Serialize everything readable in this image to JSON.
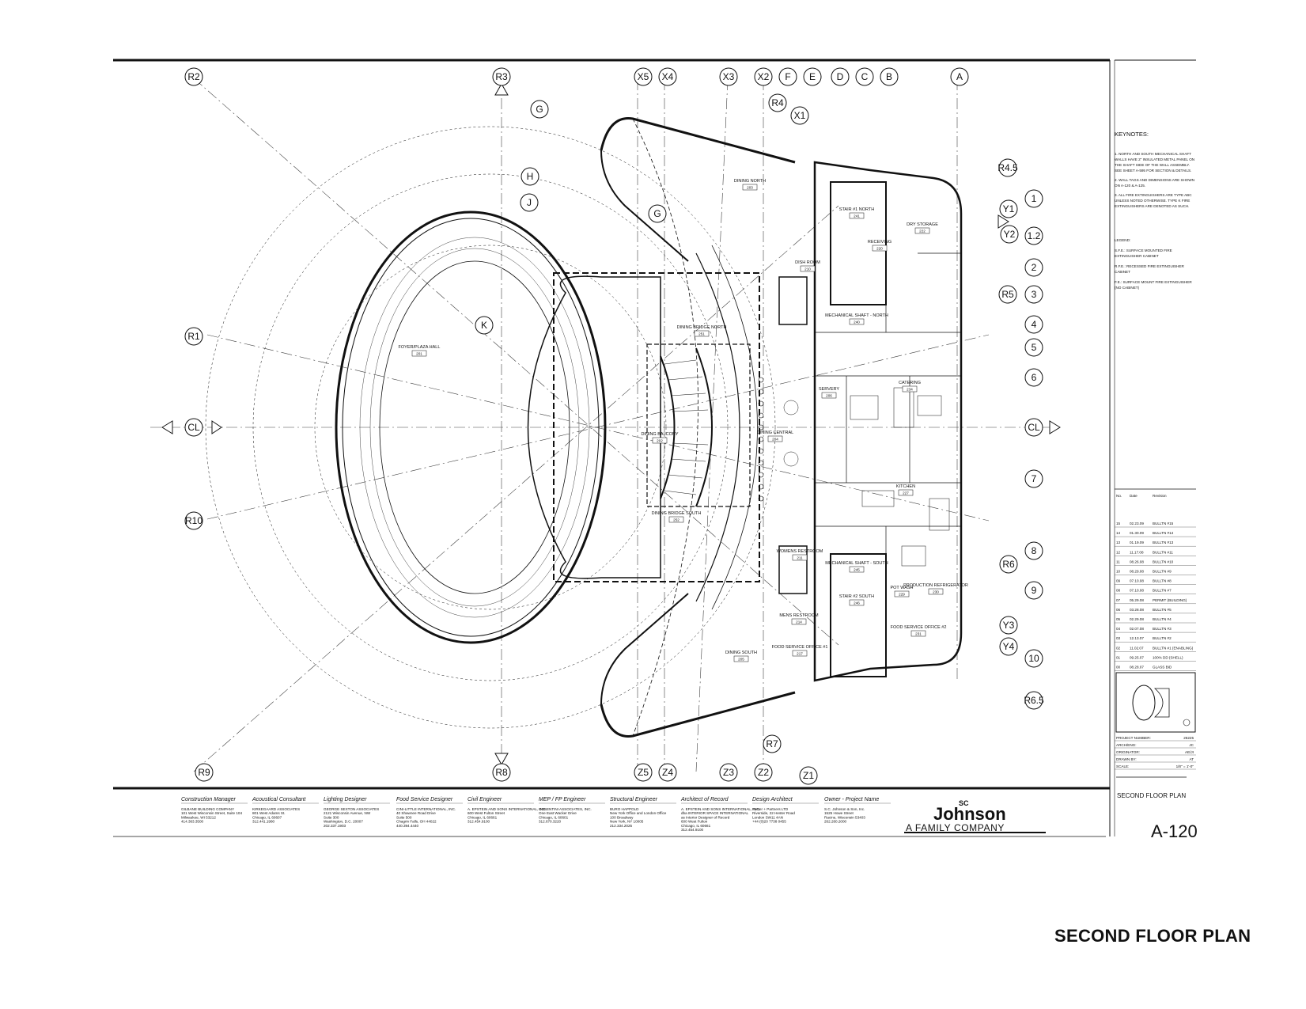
{
  "grid_top": [
    "R2",
    "R3",
    "X5",
    "X4",
    "X3",
    "X2",
    "F",
    "E",
    "D",
    "C",
    "B",
    "A"
  ],
  "grid_bottom": [
    "R9",
    "R8",
    "Z5",
    "Z4",
    "Z3",
    "Z2",
    "Z1",
    "R7"
  ],
  "grid_left": [
    "R1",
    "CL",
    "R10"
  ],
  "grid_right": [
    "1",
    "1.2",
    "2",
    "3",
    "4",
    "5",
    "6",
    "CL",
    "7",
    "8",
    "9",
    "10"
  ],
  "grid_misc": [
    "R4",
    "X1",
    "G",
    "H",
    "J",
    "G",
    "K",
    "R4.5",
    "Y1",
    "Y2",
    "R5",
    "R6",
    "Y3",
    "Y4",
    "R6.5"
  ],
  "rooms": [
    {
      "label": "FOYER/PLAZA HALL",
      "num": "201"
    },
    {
      "label": "DINING BRIDGE NORTH",
      "num": "251"
    },
    {
      "label": "DINING BALCONY",
      "num": "202"
    },
    {
      "label": "DINING BRIDGE SOUTH",
      "num": "252"
    },
    {
      "label": "DINING NORTH",
      "num": "203"
    },
    {
      "label": "DINING CENTRAL",
      "num": "204"
    },
    {
      "label": "DINING SOUTH",
      "num": "205"
    },
    {
      "label": "DISH ROOM",
      "num": "210"
    },
    {
      "label": "SERVERY",
      "num": "206"
    },
    {
      "label": "CATERING",
      "num": "234"
    },
    {
      "label": "KITCHEN",
      "num": "227"
    },
    {
      "label": "DRY STORAGE",
      "num": "222"
    },
    {
      "label": "RECEIVING",
      "num": "220"
    },
    {
      "label": "MECHANICAL SHAFT - NORTH",
      "num": "240"
    },
    {
      "label": "MECHANICAL SHAFT - SOUTH",
      "num": "245"
    },
    {
      "label": "STAIR #1 NORTH",
      "num": "241"
    },
    {
      "label": "STAIR #2 SOUTH",
      "num": "246"
    },
    {
      "label": "MENS RESTROOM",
      "num": "214"
    },
    {
      "label": "WOMENS RESTROOM",
      "num": "211"
    },
    {
      "label": "FOOD SERVICE OFFICE #1",
      "num": "217"
    },
    {
      "label": "FOOD SERVICE OFFICE #2",
      "num": "231"
    },
    {
      "label": "PRODUCTION REFRIGERATOR",
      "num": "230"
    },
    {
      "label": "POT WASH",
      "num": "229"
    }
  ],
  "keynotes": {
    "title": "KEYNOTES:",
    "items": [
      "1.  NORTH AND SOUTH MECHANICAL SHAFT WALLS HAVE 2\" INSULATED METAL PANEL ON THE SHAFT SIDE OF THE WALL ASSEMBLY.  SEE SHEET A-595 FOR SECTION & DETAILS.",
      "2.  WALL TAGS AND DIMENSIONS ARE SHOWN ON A-120 & A-125.",
      "3.  ALL FIRE EXTINGUISHERS ARE TYPE ABC UNLESS NOTED OTHERWISE.  TYPE K FIRE EXTINGUISHERS ARE DENOTED AS SUCH."
    ],
    "legend_title": "LEGEND:",
    "legend": [
      "S.F.E.: SURFACE MOUNTED FIRE EXTINGUISHER CABINET",
      "R.F.E.: RECESSED FIRE EXTINGUISHER CABINET",
      "F.E.: SURFACE MOUNT FIRE EXTINGUISHER (NO CABINET)"
    ]
  },
  "revisions": {
    "headers": [
      "No.",
      "Date",
      "Revision"
    ],
    "rows": [
      [
        "15",
        "02.23.09",
        "BULLTN #15"
      ],
      [
        "14",
        "01.30.09",
        "BULLTN #14"
      ],
      [
        "13",
        "01.19.09",
        "BULLTN #13"
      ],
      [
        "12",
        "11.17.08",
        "BULLTN #11"
      ],
      [
        "11",
        "08.26.08",
        "BULLTN #10"
      ],
      [
        "10",
        "08.29.08",
        "BULLTN #9"
      ],
      [
        "09",
        "07.10.08",
        "BULLTN #8"
      ],
      [
        "08",
        "07.10.08",
        "BULLTN #7"
      ],
      [
        "07",
        "05.29.08",
        "PERMIT (BUILDING)"
      ],
      [
        "06",
        "03.28.08",
        "BULLTN #5"
      ],
      [
        "05",
        "02.29.08",
        "BULLTN #4"
      ],
      [
        "04",
        "02.07.08",
        "BULLTN #3"
      ],
      [
        "03",
        "12.13.07",
        "BULLTN #2"
      ],
      [
        "02",
        "11.02.07",
        "BULLTN #1 (ENABLING)"
      ],
      [
        "01",
        "09.25.07",
        "100% DD (SHELL)"
      ],
      [
        "00",
        "08.28.07",
        "GLASS BID"
      ]
    ]
  },
  "project_info": [
    {
      "k": "PROJECT NUMBER:",
      "v": "26225"
    },
    {
      "k": "ARCH/ENG:",
      "v": "JC"
    },
    {
      "k": "ORIGINATOR:",
      "v": "AE/JI"
    },
    {
      "k": "DRAWN BY:",
      "v": "AT"
    },
    {
      "k": "SCALE:",
      "v": "1/8\" = 1'-0\""
    }
  ],
  "sheet_title": "SECOND FLOOR PLAN",
  "sheet_number": "A-120",
  "consultants": [
    {
      "role": "Construction Manager",
      "lines": [
        "GILBANE BUILDING COMPANY",
        "101 West Wisconsin Street, Suite 104",
        "Milwaukee, WI 53212",
        "414.363.3500"
      ]
    },
    {
      "role": "Acoustical Consultant",
      "lines": [
        "KIRKEGAARD ASSOCIATES",
        "801 West Adams St.",
        "Chicago, IL 60607",
        "312.441.1980"
      ]
    },
    {
      "role": "Lighting Designer",
      "lines": [
        "GEORGE SEXTON ASSOCIATES",
        "2121 Wisconsin Avenue, NW",
        "Suite 300",
        "Washington, D.C. 20007",
        "202.337.1903"
      ]
    },
    {
      "role": "Food Service Designer",
      "lines": [
        "CINI-LITTLE INTERNATIONAL, INC.",
        "40 Shawnee Road Drive",
        "Suite 500",
        "Chagrin Falls, OH 44022",
        "440.394.4440"
      ]
    },
    {
      "role": "Civil Engineer",
      "lines": [
        "A. EPSTEIN AND SONS INTERNATIONAL, INC.",
        "600 West Fulton Street",
        "Chicago, IL 60661",
        "312.454.9100"
      ]
    },
    {
      "role": "MEP / FP Engineer",
      "lines": [
        "COSENTINI ASSOCIATES, INC.",
        "One East Wacker Drive",
        "Chicago, IL 60601",
        "312.670.3220"
      ]
    },
    {
      "role": "Structural Engineer",
      "lines": [
        "BURO HAPPOLD",
        "New York Office and London Office",
        "100 Broadway",
        "New York, NY 10005",
        "212.334.2025"
      ]
    },
    {
      "role": "Architect of Record",
      "lines": [
        "A. EPSTEIN AND SONS INTERNATIONAL, INC.",
        "dba INTERIOR SPACE INTERNATIONAL",
        "as Interior Designer of Record",
        "600 West Fulton",
        "Chicago, IL 60661",
        "312.454.9100"
      ]
    },
    {
      "role": "Design Architect",
      "lines": [
        "Foster + Partners LTD",
        "Riverside, 22 Hester Road",
        "London SW11 4AN",
        "+44 (0)20 7738 0455"
      ]
    },
    {
      "role": "Owner - Project Name",
      "lines": [
        "S.C. Johnson & Son, Inc.",
        "1525 Howe Street",
        "Racine, Wisconsin 53403",
        "262.260.2000"
      ]
    }
  ],
  "logo": {
    "sc": "SC",
    "name": "Johnson",
    "tagline": "A FAMILY COMPANY"
  },
  "big_title": "SECOND FLOOR PLAN",
  "colors": {
    "ink": "#111111",
    "paper": "#ffffff"
  }
}
